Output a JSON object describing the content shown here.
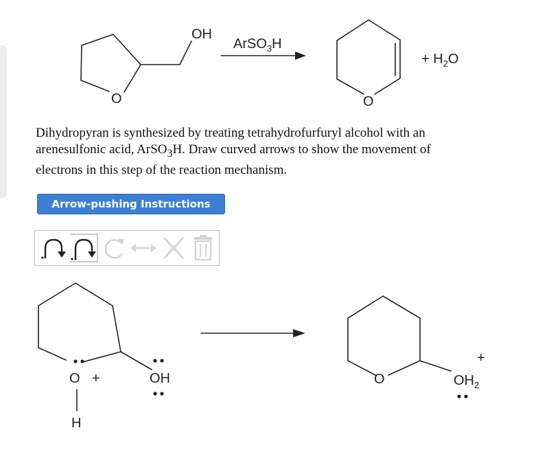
{
  "reaction_scheme": {
    "reactant_oh_label": "OH",
    "reactant_ring_oxygen": "O",
    "reagent_label": "ArSO",
    "reagent_subscript": "3",
    "reagent_suffix": "H",
    "product_ring_oxygen": "O",
    "byproduct_label": "+ H",
    "byproduct_subscript": "2",
    "byproduct_suffix": "O"
  },
  "question": {
    "line1": "Dihydropyran is synthesized by treating tetrahydrofurfuryl alcohol with an",
    "line2_prefix": "arenesulfonic acid, ArSO",
    "line2_subscript": "3",
    "line2_suffix": "H. Draw curved arrows to show the movement of",
    "line3": "electrons in this step of the reaction mechanism."
  },
  "instructions_button": {
    "label": "Arrow-pushing Instructions"
  },
  "toolbar": {
    "tools": [
      {
        "icon": "curved-arrow-icon",
        "enabled": true
      },
      {
        "icon": "curved-arrow-lone-pair-icon",
        "enabled": true
      },
      {
        "icon": "rotate-icon",
        "enabled": false
      },
      {
        "icon": "resize-icon",
        "enabled": false
      },
      {
        "icon": "delete-x-icon",
        "enabled": false
      },
      {
        "icon": "trash-icon",
        "enabled": false
      }
    ]
  },
  "mechanism": {
    "left_ring_oxygen": "O",
    "left_oxygen_charge": "+",
    "left_hydrogen": "H",
    "left_hydroxyl": "OH",
    "right_ring_oxygen": "O",
    "right_oh2_label": "OH",
    "right_oh2_subscript": "2",
    "right_charge": "+"
  },
  "colors": {
    "button_blue": "#3e7fd1",
    "toolbar_border": "#bdbdbd",
    "disabled_icon": "#d4d4d4"
  }
}
